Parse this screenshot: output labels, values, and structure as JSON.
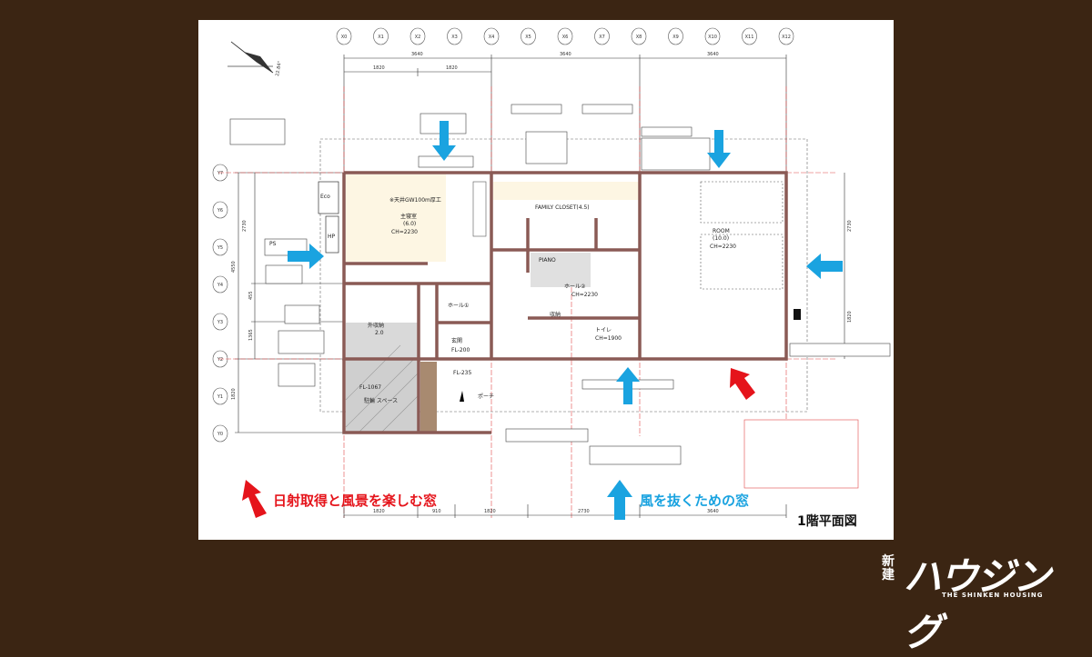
{
  "plan": {
    "title": "1階平面図",
    "north_angle": "22.84°",
    "grid_columns": [
      "X0",
      "X1",
      "X2",
      "X3",
      "X4",
      "X5",
      "X6",
      "X7",
      "X8",
      "X9",
      "X10",
      "X11",
      "X12"
    ],
    "grid_rows": [
      "Y7",
      "Y6",
      "Y5",
      "Y4",
      "Y3",
      "Y2",
      "Y1",
      "Y0"
    ],
    "top_dims": [
      "3640",
      "3640",
      "3640"
    ],
    "top_sub_dims": [
      "1820",
      "1820"
    ],
    "bottom_dims": [
      "1820",
      "910",
      "1820",
      "2730",
      "3640"
    ],
    "left_dims": [
      "2730",
      "4550",
      "455",
      "1365",
      "1820"
    ],
    "right_dims": [
      "2730",
      "1820"
    ],
    "rooms": {
      "master_bedroom": "主寝室",
      "master_bedroom_size": "(6.0)",
      "master_bedroom_ch": "CH=2230",
      "ceiling_note": "※天井GW100m厚工",
      "family_closet": "FAMILY CLOSET(4.5)",
      "piano": "PIANO",
      "room": "ROOM",
      "room_size": "(10.0)",
      "room_ch": "CH=2230",
      "hall1": "ホール①",
      "hall2": "ホール②",
      "hall2_ch": "CH=2230",
      "storage": "収納",
      "outer_storage": "外収納",
      "outer_storage_size": "2.0",
      "entrance": "玄関",
      "entrance_fl": "FL-200",
      "porch": "ポーチ",
      "porch_fl": "FL-235",
      "bike_space": "駐輪\nスペース",
      "bike_fl": "FL-1067",
      "toilet": "トイレ",
      "toilet_ch": "CH=1900",
      "ps": "PS",
      "ecu": "Eco",
      "hp": "HP"
    },
    "legend": {
      "red_label": "日射取得と風景を楽しむ窓",
      "blue_label": "風を抜くための窓"
    }
  },
  "brand": {
    "kanji": "新建",
    "kana": "ハウジング",
    "english": "THE SHINKEN HOUSING"
  },
  "colors": {
    "background": "#3b2513",
    "wind_arrow": "#1aa3e0",
    "sun_arrow": "#e5141b",
    "wall": "#8a5a55"
  }
}
